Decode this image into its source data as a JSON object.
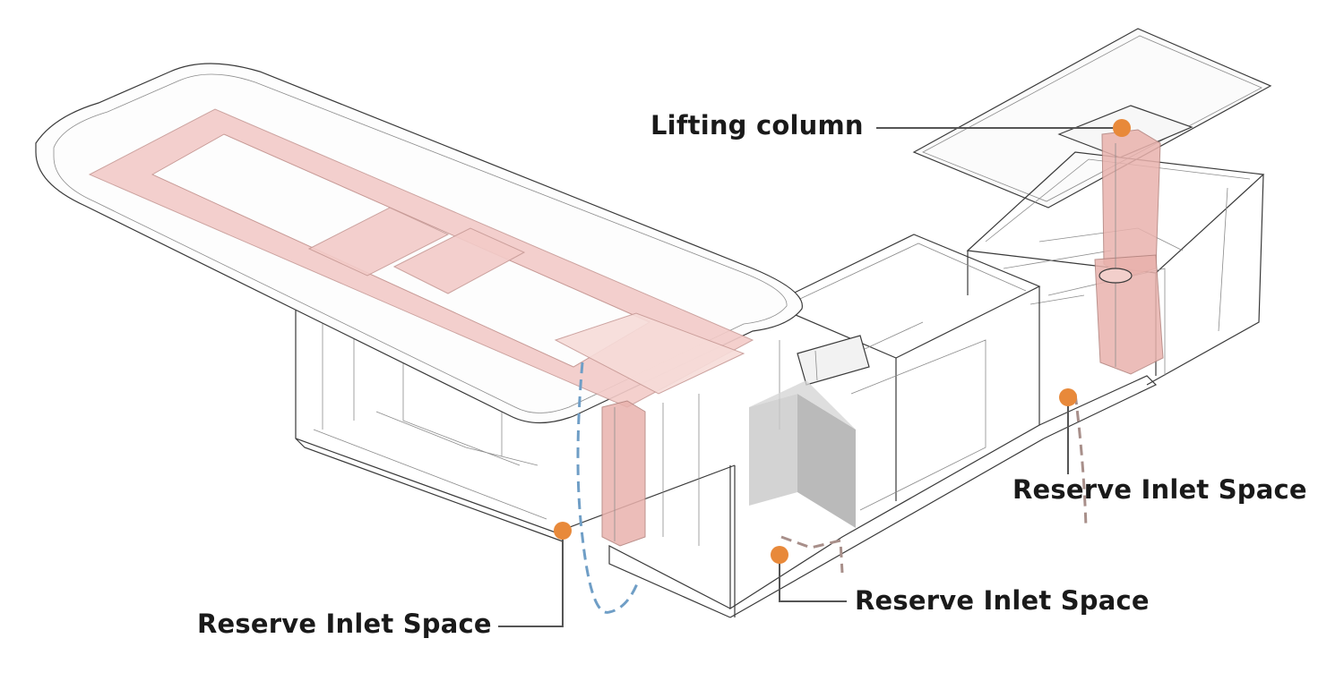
{
  "annotations": {
    "lifting_column": "Lifting column",
    "reserve_inlet_left": "Reserve Inlet Space",
    "reserve_inlet_middle": "Reserve Inlet Space",
    "reserve_inlet_right": "Reserve Inlet Space"
  },
  "colors": {
    "marker": "#e8893a",
    "leader": "#555555",
    "frame_line": "#3a3a3a",
    "frame_highlight": "#f2c9c6",
    "cable_blue": "#6f9ec6",
    "cable_brown": "#a88f8a",
    "box_gray": "#9a9a9a"
  }
}
